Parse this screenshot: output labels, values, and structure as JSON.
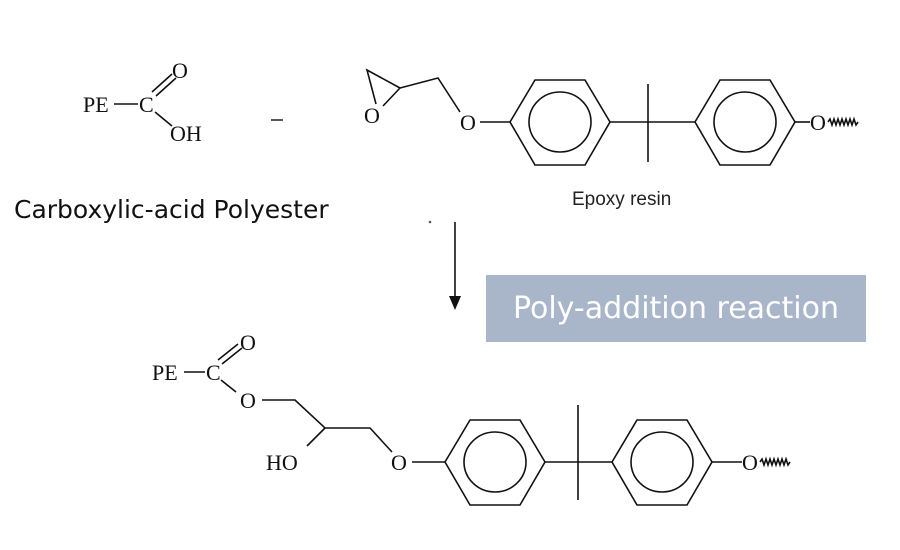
{
  "reactant1": {
    "pe": "PE",
    "c": "C",
    "o": "O",
    "oh": "OH",
    "caption": "Carboxylic-acid Polyester"
  },
  "plus": "+",
  "reactant2": {
    "o_epoxide": "O",
    "o_ether": "O",
    "o_end": "O",
    "caption": "Epoxy resin"
  },
  "reaction": {
    "label": "Poly-addition reaction",
    "box_color": "#a9b6c9"
  },
  "product": {
    "pe": "PE",
    "c": "C",
    "o_carbonyl": "O",
    "o_ester": "O",
    "ho": "HO",
    "o_ether": "O",
    "o_end": "O"
  }
}
